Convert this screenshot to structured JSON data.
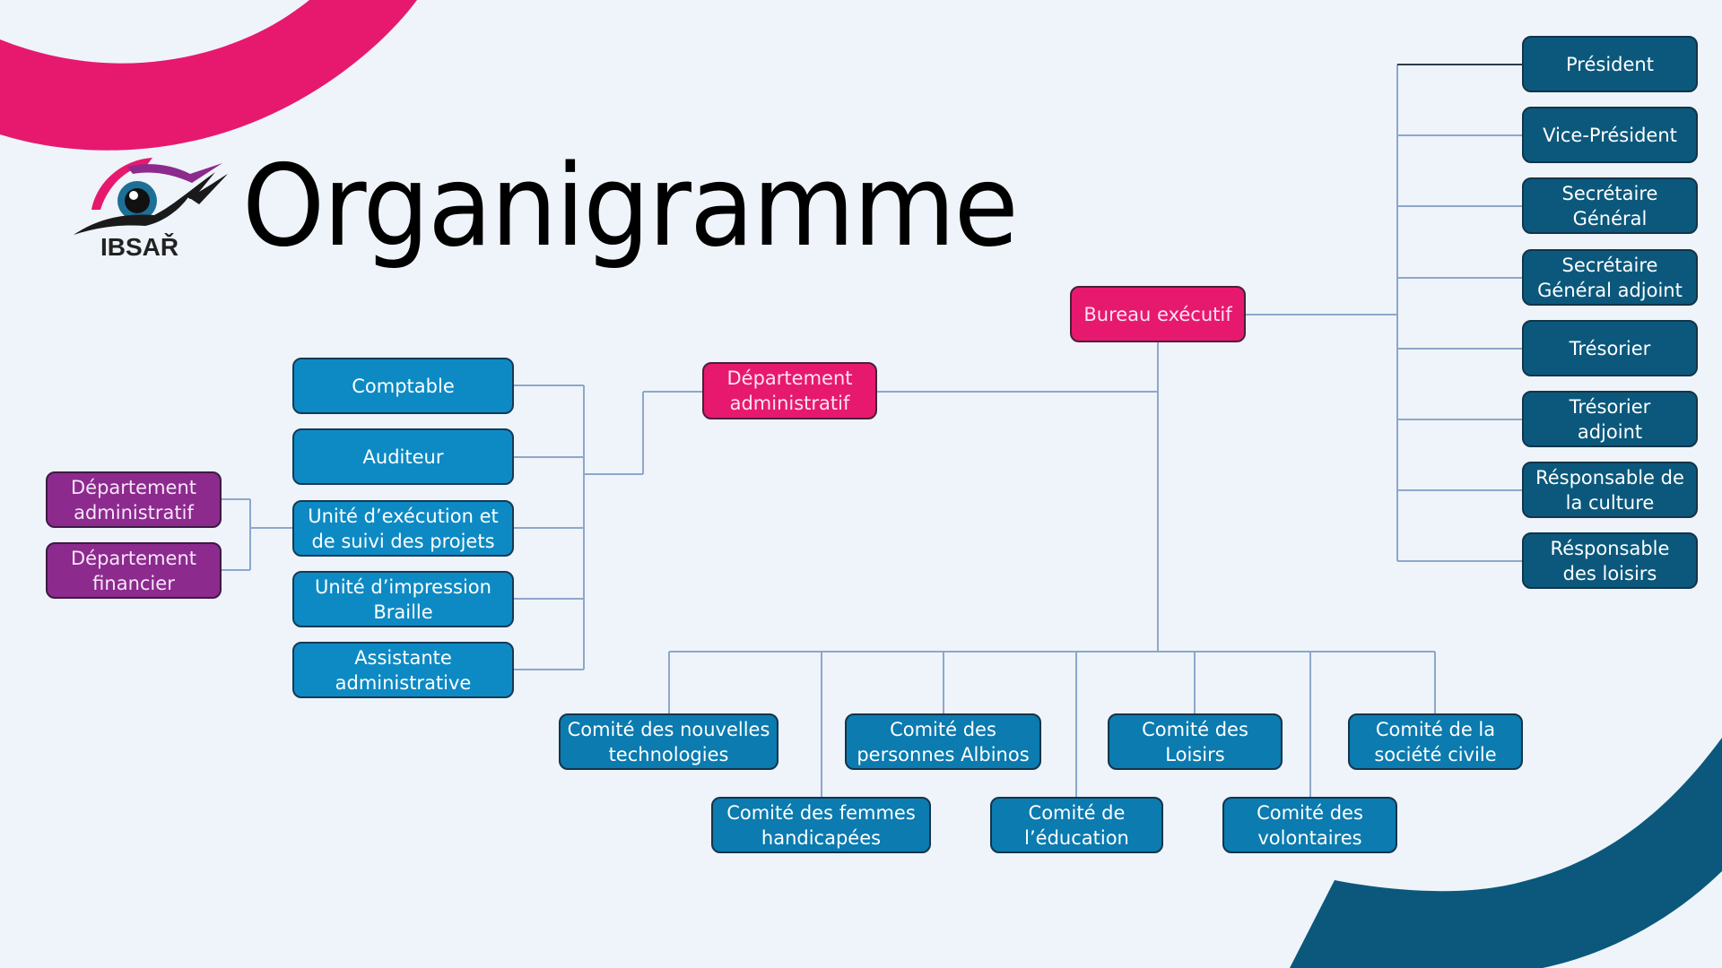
{
  "title": "Organigramme",
  "logo": {
    "text": "IBSAŘ",
    "icon": "eye-logo-icon"
  },
  "colors": {
    "background": "#eef4f9",
    "accent_pink": "#e6196f",
    "accent_teal": "#0b587c",
    "purple": "#8c2a8e",
    "bright_blue": "#0d8ac4",
    "committee_blue": "#0b7bb0",
    "connector": "#8ea7cb"
  },
  "bureau_executif": {
    "label": "Bureau exécutif",
    "members": [
      {
        "line1": "Président",
        "line2": ""
      },
      {
        "line1": "Vice-Président",
        "line2": ""
      },
      {
        "line1": "Secrétaire",
        "line2": "Général"
      },
      {
        "line1": "Secrétaire",
        "line2": "Général adjoint"
      },
      {
        "line1": "Trésorier",
        "line2": ""
      },
      {
        "line1": "Trésorier",
        "line2": "adjoint"
      },
      {
        "line1": "Résponsable de",
        "line2": "la culture"
      },
      {
        "line1": "Résponsable",
        "line2": "des loisirs"
      }
    ]
  },
  "departement_administratif": {
    "line1": "Département",
    "line2": "administratif",
    "units": [
      {
        "line1": "Comptable",
        "line2": ""
      },
      {
        "line1": "Auditeur",
        "line2": ""
      },
      {
        "line1": "Unité d’exécution et",
        "line2": "de suivi des projets"
      },
      {
        "line1": "Unité d’impression",
        "line2": "Braille"
      },
      {
        "line1": "Assistante",
        "line2": "administrative"
      }
    ]
  },
  "sub_departements": [
    {
      "line1": "Département",
      "line2": "administratif"
    },
    {
      "line1": "Département",
      "line2": "financier"
    }
  ],
  "comites": [
    {
      "line1": "Comité des nouvelles",
      "line2": "technologies"
    },
    {
      "line1": "Comité des femmes",
      "line2": "handicapées"
    },
    {
      "line1": "Comité des",
      "line2": "personnes Albinos"
    },
    {
      "line1": "Comité de",
      "line2": "l’éducation"
    },
    {
      "line1": "Comité des",
      "line2": "Loisirs"
    },
    {
      "line1": "Comité des",
      "line2": "volontaires"
    },
    {
      "line1": "Comité de la",
      "line2": "société civile"
    }
  ]
}
